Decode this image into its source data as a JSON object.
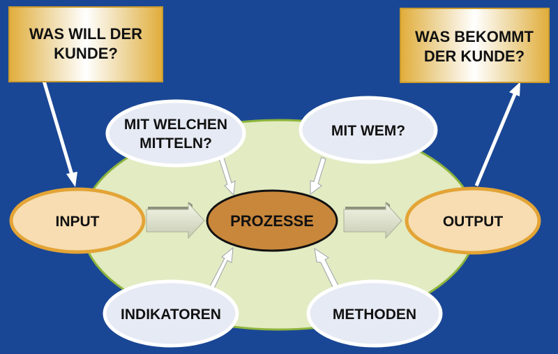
{
  "customer_wish": {
    "line1": "WAS WILL DER",
    "line2": "KUNDE?"
  },
  "customer_gets": {
    "line1": "WAS BEKOMMT",
    "line2": "DER KUNDE?"
  },
  "input": "INPUT",
  "process": "PROZESSE",
  "output": "OUTPUT",
  "means": {
    "line1": "MIT WELCHEN",
    "line2": "MITTELN?"
  },
  "with_whom": "MIT WEM?",
  "indicators": "INDIKATOREN",
  "methods": "METHODEN",
  "colors": {
    "background": "#1a4795",
    "process_area": "#e2ebc2",
    "process_border": "#8db43c",
    "process_core": "#c9873b",
    "io_fill": "#f7ddb1",
    "io_border": "#e3a436",
    "question_fill": "#e6eaf4",
    "gold": "#e1ad3a"
  }
}
